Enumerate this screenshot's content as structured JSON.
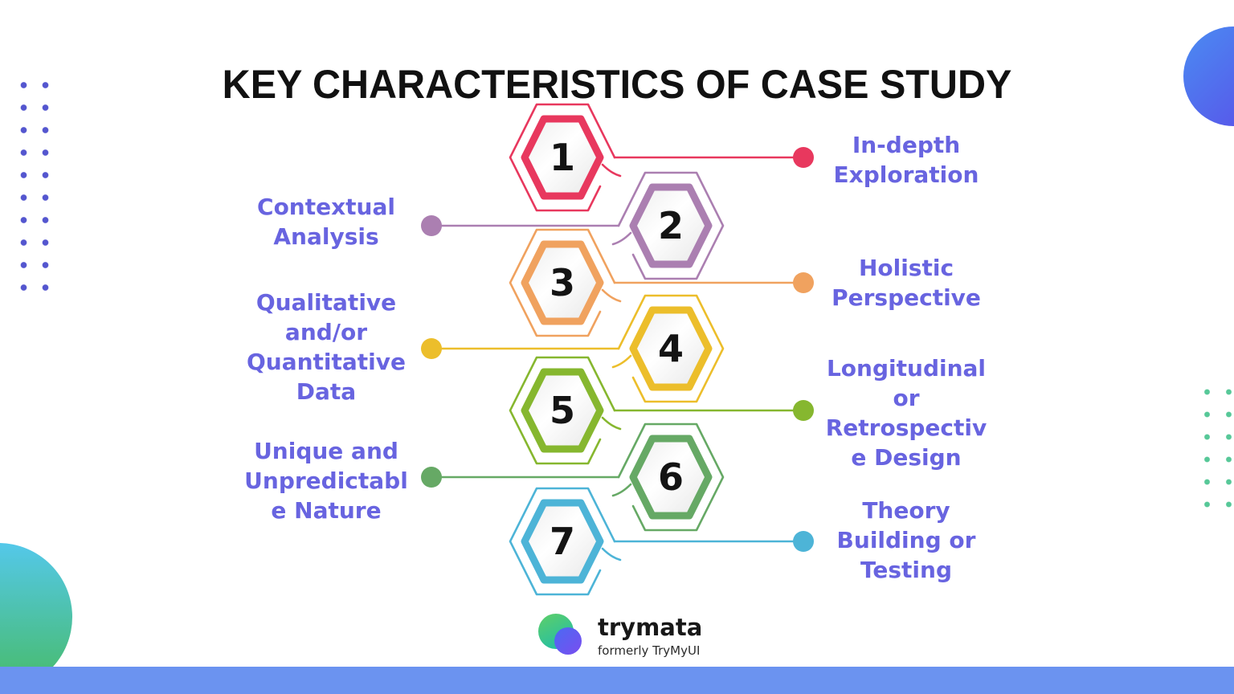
{
  "title": "KEY CHARACTERISTICS OF CASE STUDY",
  "items": [
    {
      "number": "1",
      "label": "In-depth\nExploration",
      "color": "#e8385e",
      "side": "right"
    },
    {
      "number": "2",
      "label": "Contextual\nAnalysis",
      "color": "#ab7fb1",
      "side": "left"
    },
    {
      "number": "3",
      "label": "Holistic\nPerspective",
      "color": "#f0a25f",
      "side": "right"
    },
    {
      "number": "4",
      "label": "Qualitative\nand/or\nQuantitative\nData",
      "color": "#ecbe2b",
      "side": "left"
    },
    {
      "number": "5",
      "label": "Longitudinal\nor\nRetrospectiv\ne Design",
      "color": "#86b72f",
      "side": "right"
    },
    {
      "number": "6",
      "label": "Unique and\nUnpredictabl\ne Nature",
      "color": "#66a965",
      "side": "left"
    },
    {
      "number": "7",
      "label": "Theory\nBuilding or\nTesting",
      "color": "#4db4d7",
      "side": "right"
    }
  ],
  "footer": {
    "brand": "trymata",
    "tagline": "formerly TryMyUI"
  },
  "colors": {
    "title_color": "#111111",
    "label_color": "#6864e0",
    "number_color": "#141414",
    "dots_tl": "#5456cf",
    "dots_br": "#57c898",
    "circle_tr_a": "#4a8cf2",
    "circle_tr_b": "#5b4be8",
    "circle_bl_a": "#54c8ea",
    "circle_bl_b": "#47bb66",
    "bottom_bar": "#6b93f0"
  }
}
